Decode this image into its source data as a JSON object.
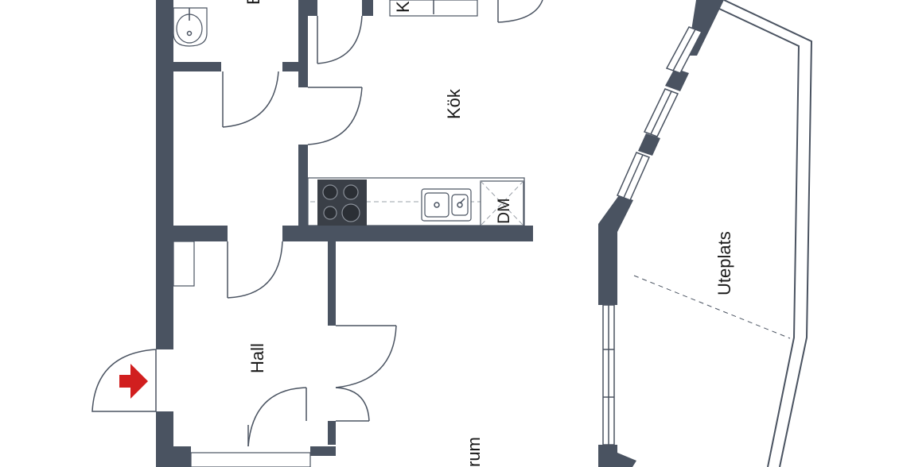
{
  "rooms": {
    "kok": "Kök",
    "hall": "Hall",
    "uteplats": "Uteplats",
    "dm": "DM",
    "vardagsrum_partial": "rum",
    "badrum_partial": "B",
    "klk_partial": "K"
  },
  "icons": {
    "entrance": "entrance-arrow-icon",
    "stove": "stove-icon",
    "sink": "sink-icon",
    "washbasin": "washbasin-icon"
  },
  "colors": {
    "wall": "#4a5361",
    "entrance_arrow": "#d11f1f",
    "background": "#ffffff"
  }
}
